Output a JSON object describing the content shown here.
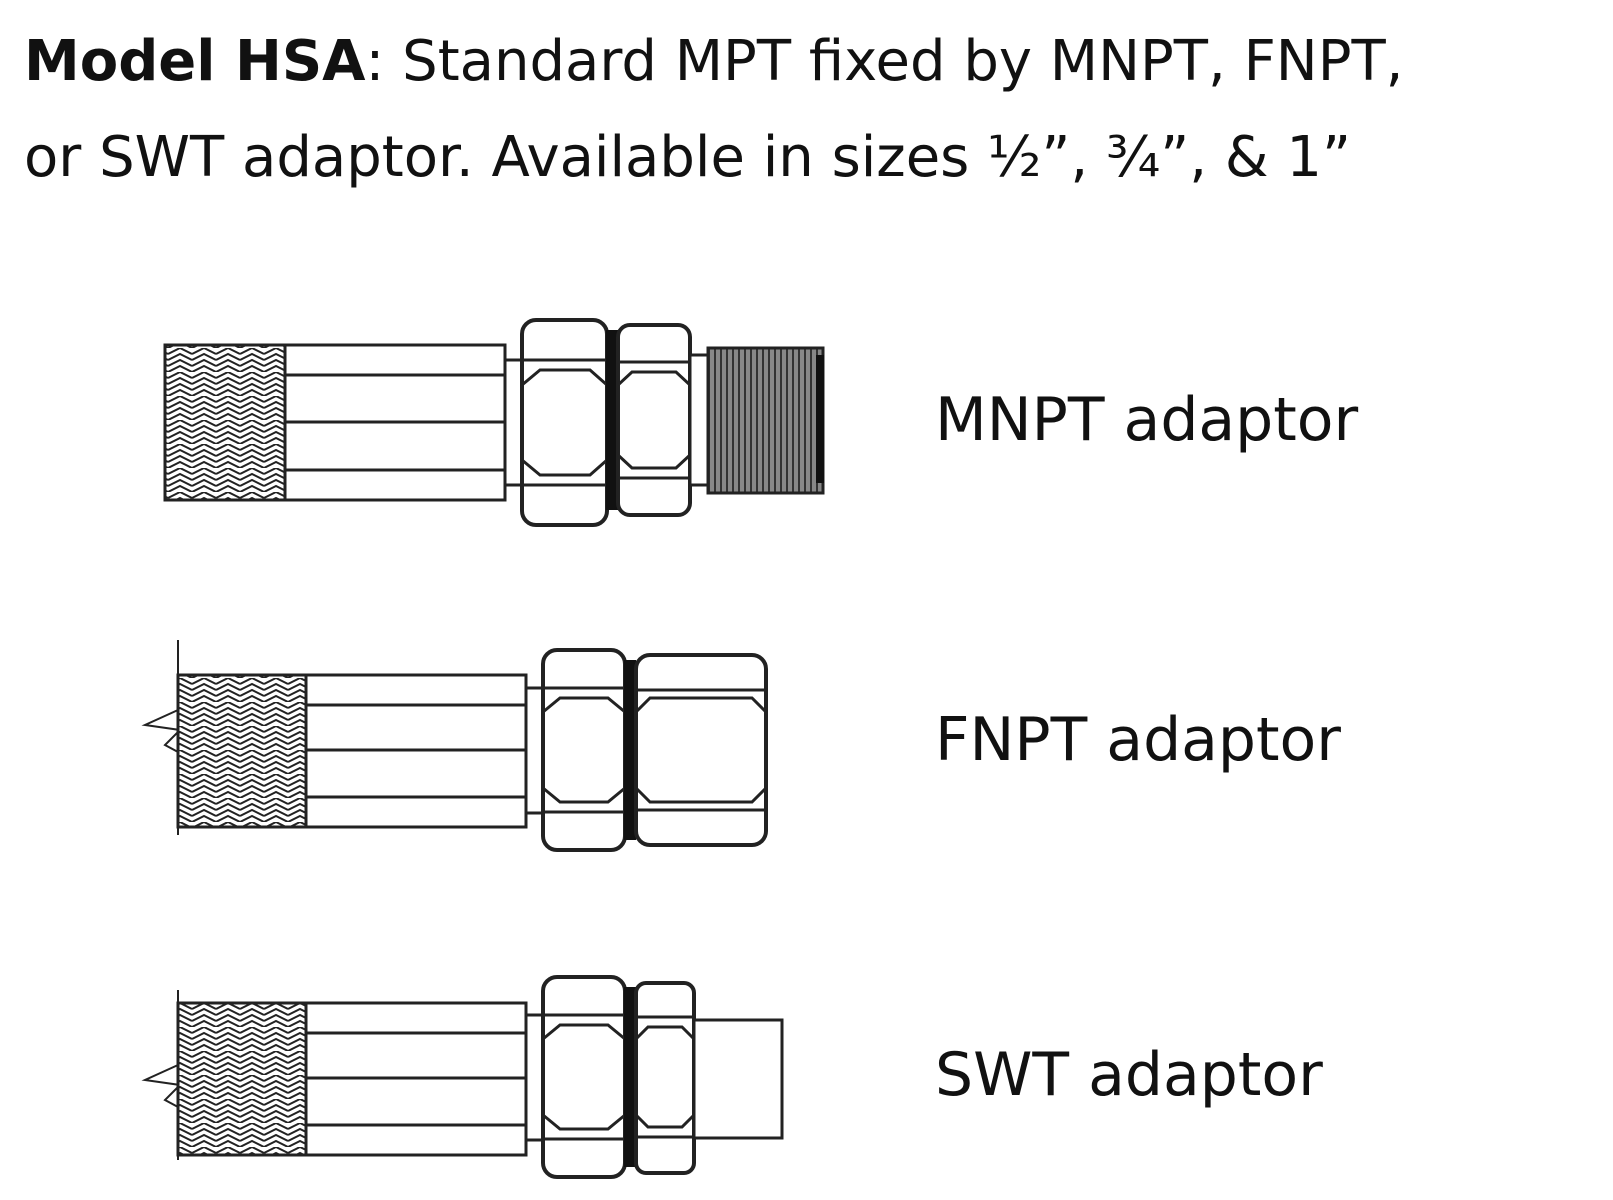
{
  "heading": {
    "model": "Model HSA",
    "text_line1": ": Standard MPT fixed by MNPT, FNPT,",
    "text_line2": "or SWT adaptor. Available in sizes ½”, ¾”, & 1”"
  },
  "adaptors": [
    {
      "label": "MNPT adaptor",
      "icon": "mnpt-fitting-icon"
    },
    {
      "label": "FNPT adaptor",
      "icon": "fnpt-fitting-icon"
    },
    {
      "label": "SWT adaptor",
      "icon": "swt-fitting-icon"
    }
  ],
  "colors": {
    "stroke": "#222222",
    "background": "#ffffff",
    "threads": "#555555"
  }
}
